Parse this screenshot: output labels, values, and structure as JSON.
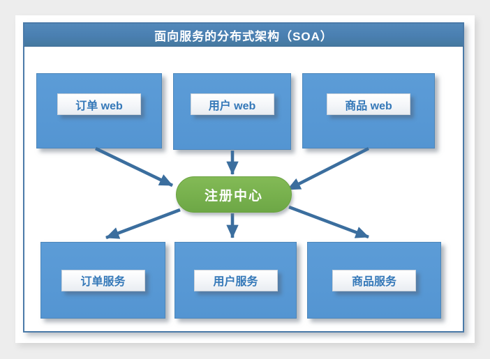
{
  "diagram": {
    "title": "面向服务的分布式架构（SOA）",
    "top_nodes": [
      {
        "id": "order-web",
        "label": "订单 web"
      },
      {
        "id": "user-web",
        "label": "用户 web"
      },
      {
        "id": "product-web",
        "label": "商品 web"
      }
    ],
    "center_node": {
      "id": "registry-center",
      "label": "注册中心"
    },
    "bottom_nodes": [
      {
        "id": "order-service",
        "label": "订单服务"
      },
      {
        "id": "user-service",
        "label": "用户服务"
      },
      {
        "id": "product-service",
        "label": "商品服务"
      }
    ],
    "edges": [
      {
        "from": "订单 web",
        "to": "注册中心"
      },
      {
        "from": "用户 web",
        "to": "注册中心"
      },
      {
        "from": "商品 web",
        "to": "注册中心"
      },
      {
        "from": "注册中心",
        "to": "订单服务"
      },
      {
        "from": "注册中心",
        "to": "用户服务"
      },
      {
        "from": "注册中心",
        "to": "商品服务"
      }
    ],
    "colors": {
      "canvas_bg": "#ededed",
      "title_bar_blue": "#4a7fb1",
      "node_blue": "#5697d4",
      "plate_text_blue": "#3478b8",
      "registry_green": "#77b04d",
      "arrow_blue": "#3b6e9e",
      "frame_border": "#4a7aa8"
    }
  }
}
